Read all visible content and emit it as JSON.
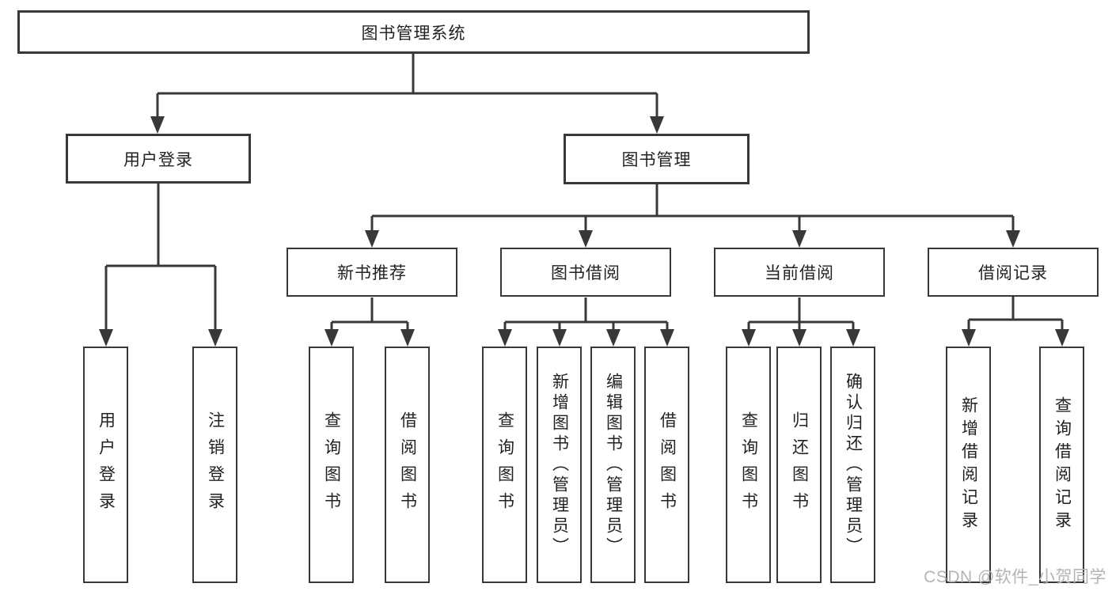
{
  "nodes": {
    "root": "图书管理系统",
    "level2": [
      "用户登录",
      "图书管理"
    ],
    "level3": [
      "新书推荐",
      "图书借阅",
      "当前借阅",
      "借阅记录"
    ],
    "leaves": {
      "login": [
        "用户登录",
        "注销登录"
      ],
      "recommend": [
        "查询图书",
        "借阅图书"
      ],
      "borrow": [
        "查询图书",
        "新增图书（管理员）",
        "编辑图书（管理员）",
        "借阅图书"
      ],
      "current": [
        "查询图书",
        "归还图书",
        "确认归还（管理员）"
      ],
      "records": [
        "新增借阅记录",
        "查询借阅记录"
      ]
    }
  },
  "watermark": "CSDN @软件_小贺同学",
  "colors": {
    "line": "#383838",
    "box_border": "#383838",
    "text": "#222222",
    "box_background": "#ffffff",
    "background": "#ffffff",
    "watermark": "#b4b4b4"
  }
}
